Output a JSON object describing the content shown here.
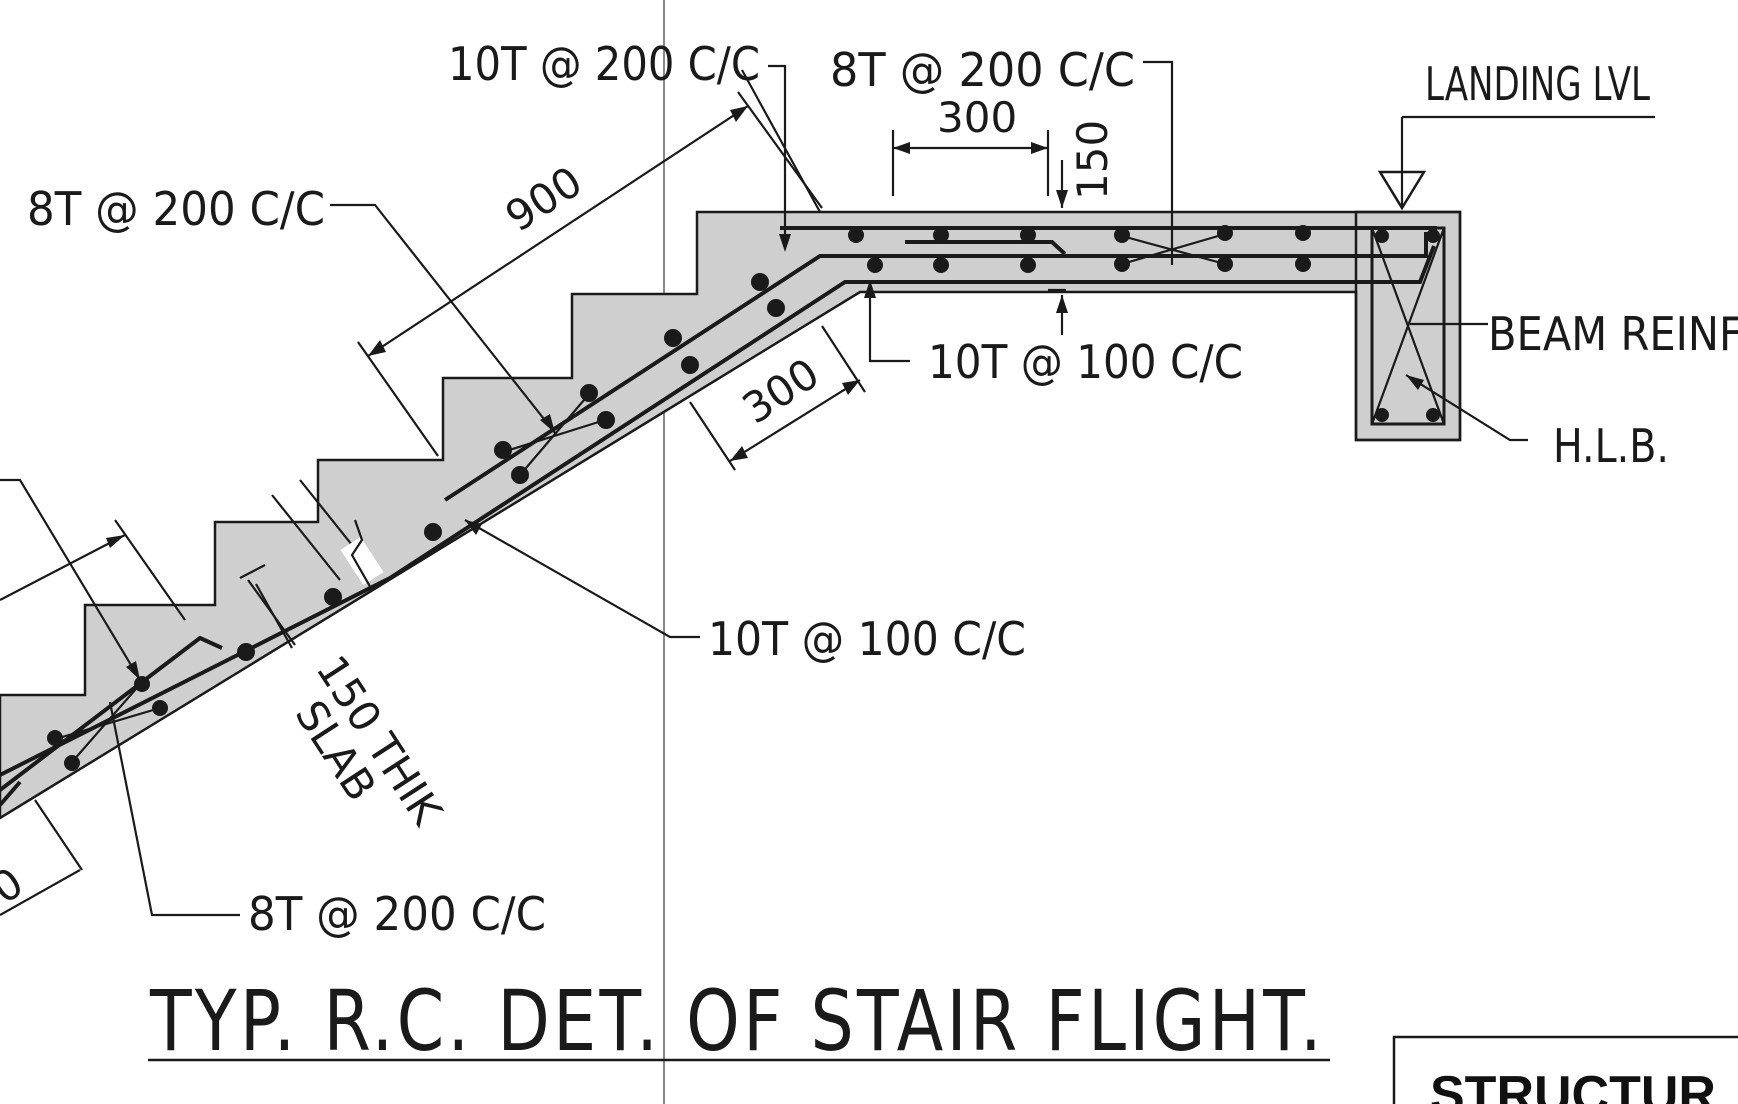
{
  "drawing": {
    "title": "TYP. R.C. DET. OF STAIR FLIGHT.",
    "stamp_text": "STRUCTUR",
    "landing_label": "LANDING LVL",
    "labels": {
      "top_left_bar": "10T @ 200 C/C",
      "top_right_bar": "8T @ 200 C/C",
      "left_upper_bar": "8T @ 200 C/C",
      "landing_bottom_bar": "10T @ 100 C/C",
      "beam_reinf": "BEAM REINF",
      "hlb": "H.L.B.",
      "slab_bottom_bar": "10T @ 100 C/C",
      "lower_bar": "8T @ 200 C/C",
      "slab_thk_1": "150 THIK",
      "slab_thk_2": "SLAB"
    },
    "dimensions": {
      "landing_width": "300",
      "landing_thk": "150",
      "flight_900": "900",
      "flight_300": "300",
      "left_edge_partial": "0"
    },
    "colors": {
      "concrete": "#cfcfcf",
      "ink": "#1a1a1a",
      "paper": "#ffffff"
    }
  }
}
